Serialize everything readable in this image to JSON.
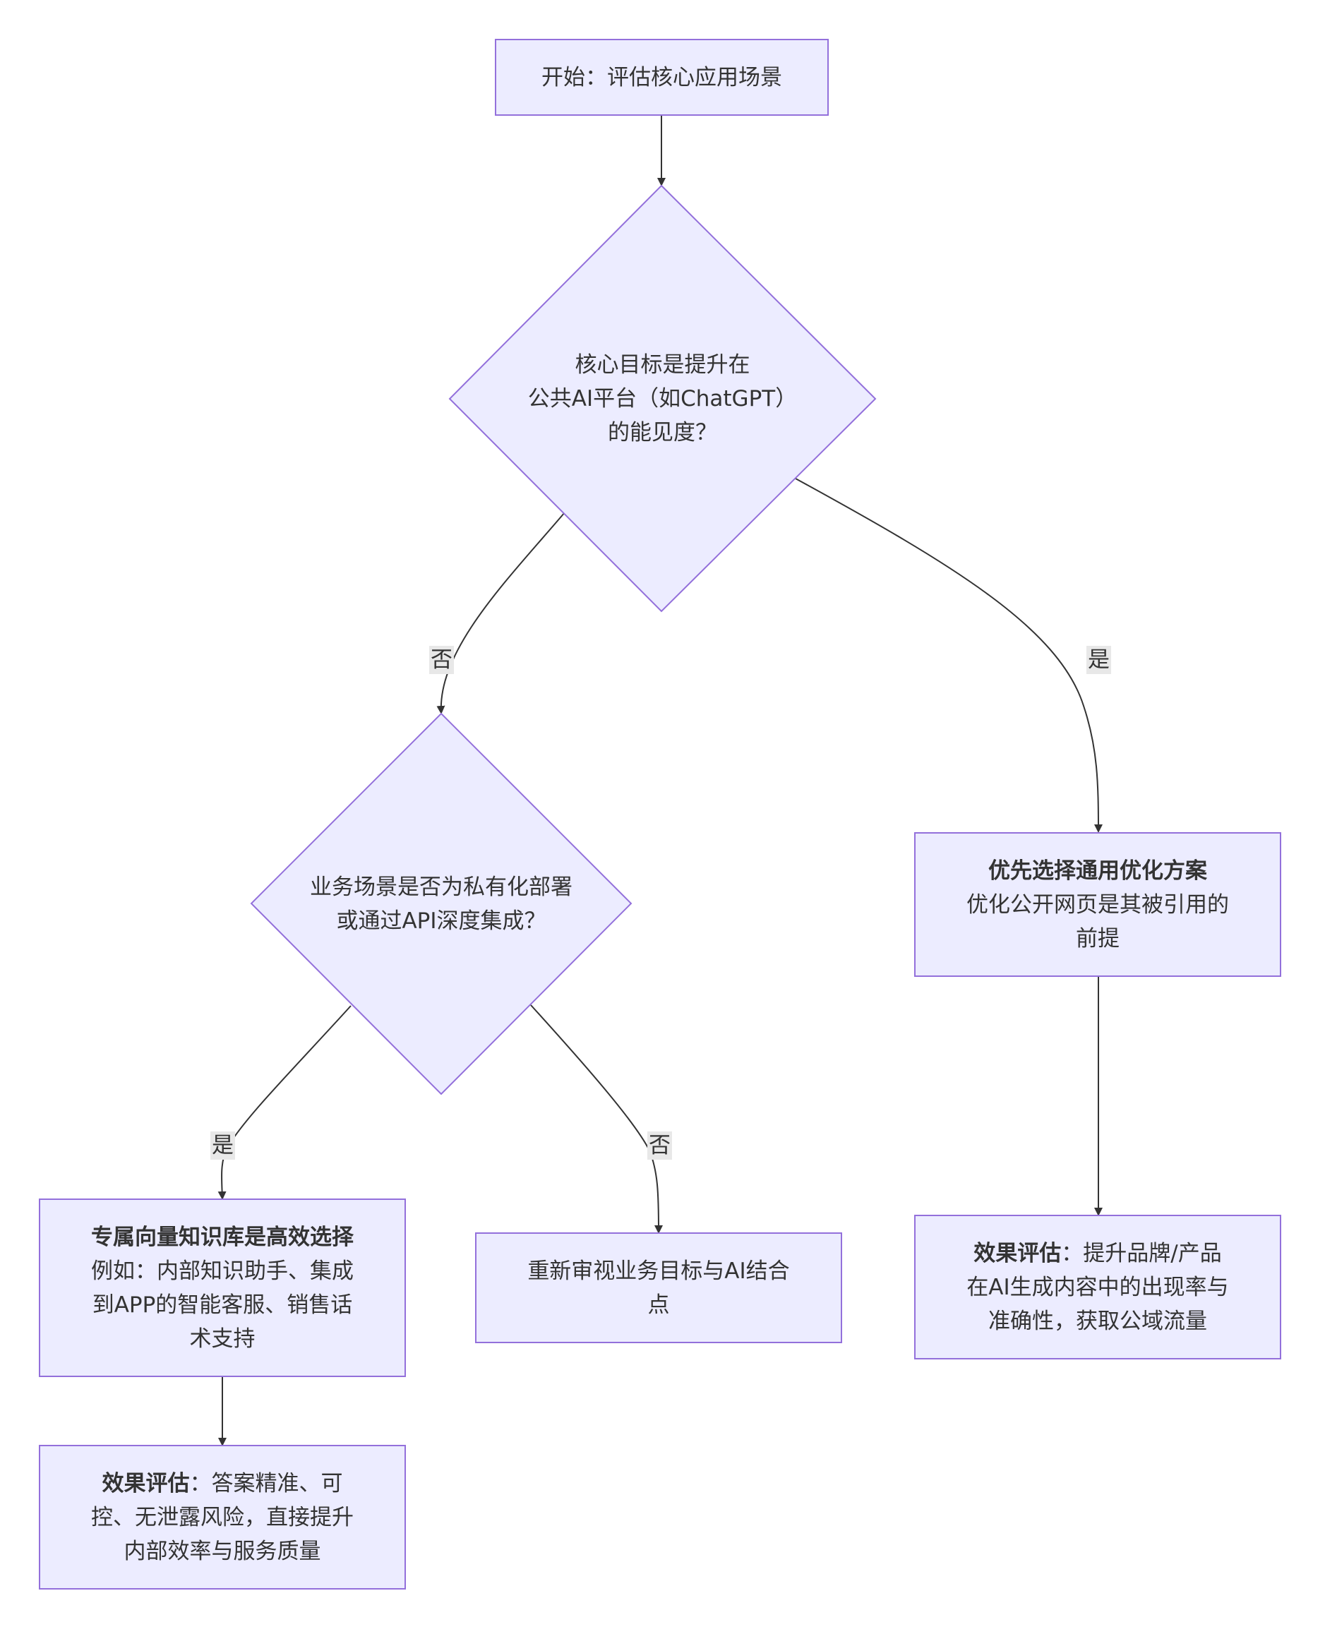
{
  "colors": {
    "node_fill": "#ECECFF",
    "node_stroke": "#9370DB",
    "edge": "#333333",
    "label_bg": "#E8E8E8"
  },
  "nodes": {
    "start": {
      "lines": [
        "开始：评估核心应用场景"
      ]
    },
    "decision1": {
      "lines": [
        "核心目标是提升在",
        "公共AI平台（如ChatGPT）",
        "的能见度？"
      ]
    },
    "decision2": {
      "lines": [
        "业务场景是否为私有化部署",
        "或通过API深度集成？"
      ]
    },
    "general": {
      "title": "优先选择通用优化方案",
      "lines": [
        "优化公开网页是其被引用的",
        "前提"
      ]
    },
    "vector": {
      "title": "专属向量知识库是高效选择",
      "lines": [
        "例如：内部知识助手、集成",
        "到APP的智能客服、销售话",
        "术支持"
      ]
    },
    "reexamine": {
      "lines": [
        "重新审视业务目标与AI结合",
        "点"
      ]
    },
    "eval_public": {
      "title_prefix": "效果评估",
      "first_rest": "：提升品牌/产品",
      "lines": [
        "在AI生成内容中的出现率与",
        "准确性，获取公域流量"
      ]
    },
    "eval_private": {
      "title_prefix": "效果评估",
      "first_rest": "：答案精准、可",
      "lines": [
        "控、无泄露风险，直接提升",
        "内部效率与服务质量"
      ]
    }
  },
  "edge_labels": {
    "d1_no": "否",
    "d1_yes": "是",
    "d2_yes": "是",
    "d2_no": "否"
  }
}
